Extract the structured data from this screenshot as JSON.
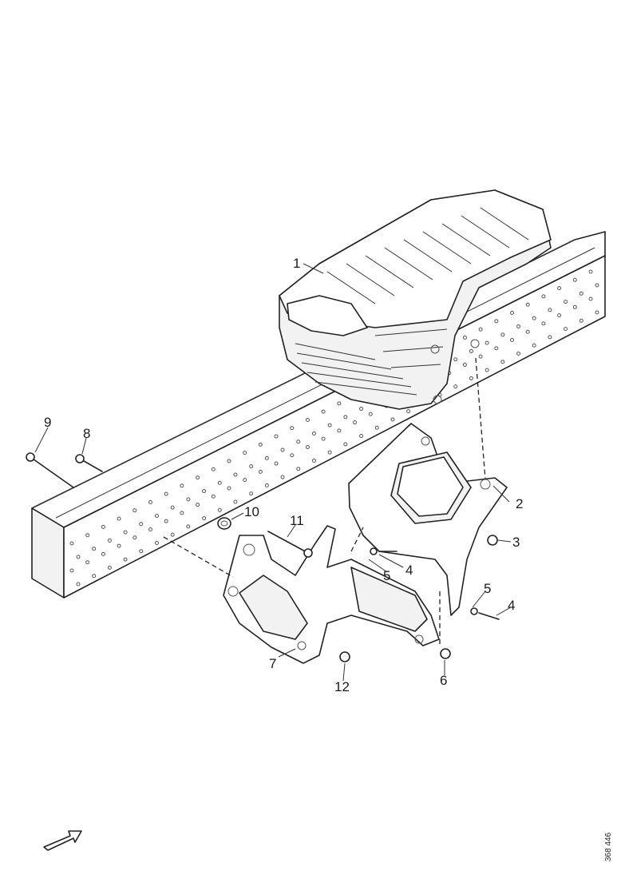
{
  "diagram": {
    "callouts": [
      {
        "id": "c1",
        "text": "1"
      },
      {
        "id": "c2",
        "text": "2"
      },
      {
        "id": "c3",
        "text": "3"
      },
      {
        "id": "c4a",
        "text": "4"
      },
      {
        "id": "c5a",
        "text": "5"
      },
      {
        "id": "c5b",
        "text": "5"
      },
      {
        "id": "c4b",
        "text": "4"
      },
      {
        "id": "c6",
        "text": "6"
      },
      {
        "id": "c7",
        "text": "7"
      },
      {
        "id": "c8",
        "text": "8"
      },
      {
        "id": "c9",
        "text": "9"
      },
      {
        "id": "c10",
        "text": "10"
      },
      {
        "id": "c11",
        "text": "11"
      },
      {
        "id": "c12",
        "text": "12"
      }
    ],
    "reference_code": "368 446",
    "direction_arrow_icon": "arrow-icon"
  }
}
